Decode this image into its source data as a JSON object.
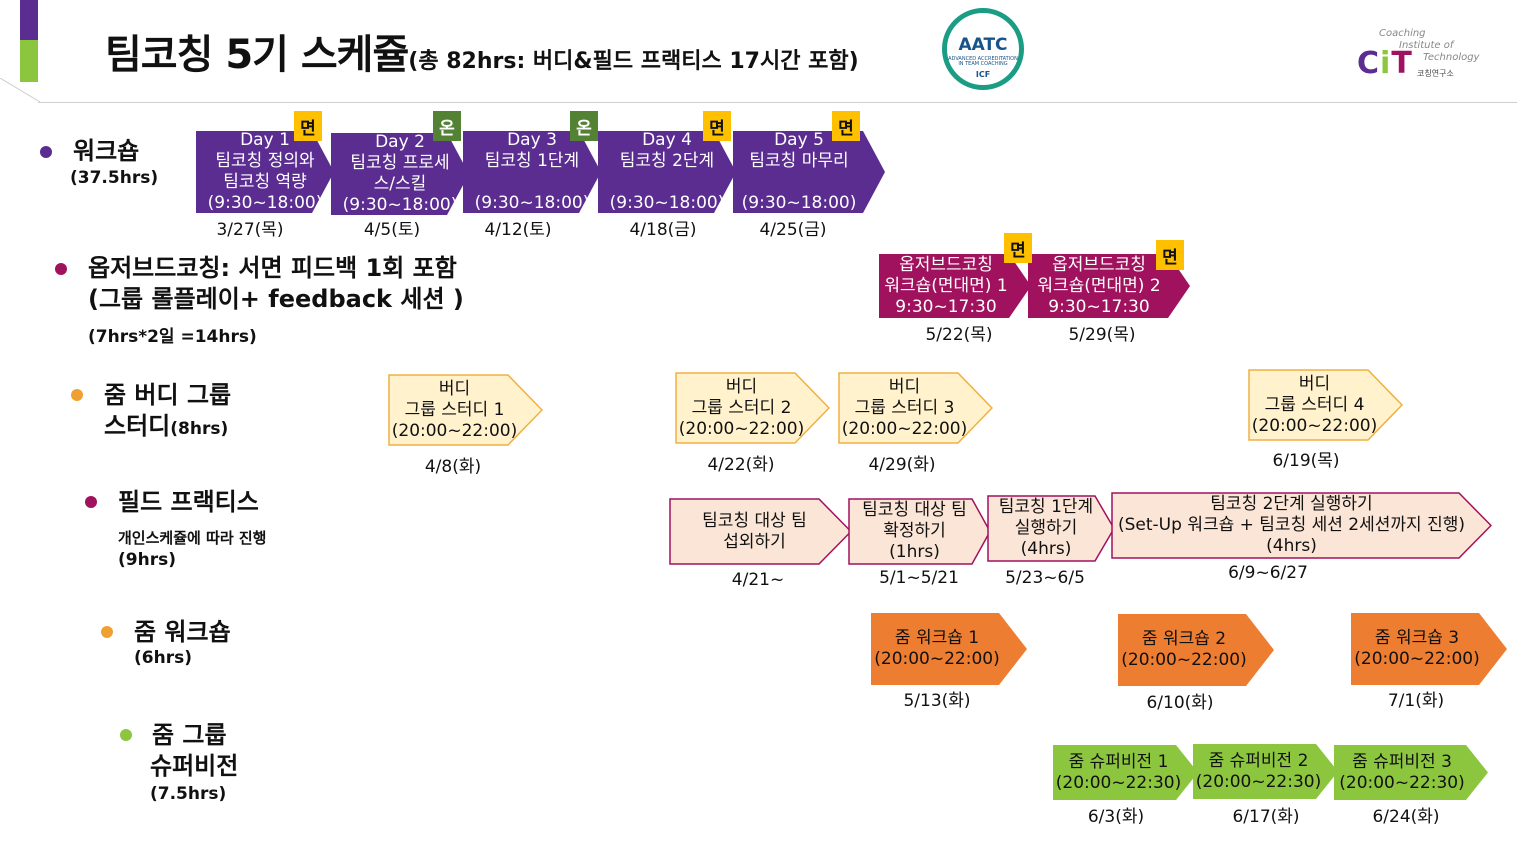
{
  "title": {
    "main": "팀코칭 5기 스케쥴",
    "note": "(총 82hrs: 버디&필드 프랙티스 17시간 포함)"
  },
  "logos": {
    "aatc": {
      "name": "AATC",
      "small": "ADVANCED ACCREDITATION IN TEAM COACHING",
      "icf": "ICF"
    },
    "cit": {
      "line1": "Coaching",
      "line2": "Institute of",
      "line3": "Technology",
      "mark": "CiT",
      "korean": "코칭연구소"
    }
  },
  "colors": {
    "purple": "#5b2d91",
    "magenta": "#a0115e",
    "orange_bullet": "#f0a030",
    "green": "#8cc63f",
    "orange": "#ed7d31",
    "peach": "#fff2cc",
    "pink": "#fbe5d6",
    "yellow_badge": "#ffc000",
    "green_badge": "#548235"
  },
  "categories": [
    {
      "label": "워크숍",
      "sub": "(37.5hrs)"
    },
    {
      "label1": "옵저브드코칭: 서면 피드백 1회 포함",
      "label2": "(그룹 롤플레이+ feedback 세션 )",
      "sub": "(7hrs*2일 =14hrs)"
    },
    {
      "label1": "줌 버디 그룹",
      "label2": "스터디",
      "sub": "(8hrs)"
    },
    {
      "label": "필드 프랙티스",
      "sub1": "개인스케쥴에 따라 진행",
      "sub2": "(9hrs)"
    },
    {
      "label": "줌 워크숍",
      "sub": "(6hrs)"
    },
    {
      "label1": "줌 그룹",
      "label2": "슈퍼비전",
      "sub": "(7.5hrs)"
    }
  ],
  "workshops": [
    {
      "l1": "Day 1",
      "l2": "팀코칭 정의와",
      "l3": "팀코칭 역량",
      "l4": "(9:30~18:00)",
      "date": "3/27(목)",
      "badge": "면"
    },
    {
      "l1": "Day 2",
      "l2": "팀코칭 프로세",
      "l3": "스/스킬",
      "l4": "(9:30~18:00)",
      "date": "4/5(토)",
      "badge": "온"
    },
    {
      "l1": "Day 3",
      "l2": "팀코칭 1단계",
      "l3": "",
      "l4": "(9:30~18:00)",
      "date": "4/12(토)",
      "badge": "온"
    },
    {
      "l1": "Day 4",
      "l2": "팀코칭 2단계",
      "l3": "",
      "l4": "(9:30~18:00)",
      "date": "4/18(금)",
      "badge": "면"
    },
    {
      "l1": "Day 5",
      "l2": "팀코칭 마무리",
      "l3": "",
      "l4": "(9:30~18:00)",
      "date": "4/25(금)",
      "badge": "면"
    }
  ],
  "observed": [
    {
      "l1": "옵저브드코칭",
      "l2": "워크숍(면대면) 1",
      "l3": "9:30~17:30",
      "date": "5/22(목)",
      "badge": "면"
    },
    {
      "l1": "옵저브드코칭",
      "l2": "워크숍(면대면) 2",
      "l3": "9:30~17:30",
      "date": "5/29(목)",
      "badge": "면"
    }
  ],
  "buddy": [
    {
      "l1": "버디",
      "l2": "그룹 스터디 1",
      "l3": "(20:00~22:00)",
      "date": "4/8(화)"
    },
    {
      "l1": "버디",
      "l2": "그룹 스터디 2",
      "l3": "(20:00~22:00)",
      "date": "4/22(화)"
    },
    {
      "l1": "버디",
      "l2": "그룹 스터디 3",
      "l3": "(20:00~22:00)",
      "date": "4/29(화)"
    },
    {
      "l1": "버디",
      "l2": "그룹 스터디 4",
      "l3": "(20:00~22:00)",
      "date": "6/19(목)"
    }
  ],
  "field": [
    {
      "l1": "팀코칭 대상 팀",
      "l2": "섭외하기",
      "l3": "",
      "date": "4/21~"
    },
    {
      "l1": "팀코칭 대상 팀",
      "l2": "확정하기",
      "l3": "(1hrs)",
      "date": "5/1~5/21"
    },
    {
      "l1": "팀코칭 1단계",
      "l2": "실행하기",
      "l3": "(4hrs)",
      "date": "5/23~6/5"
    },
    {
      "l1": "팀코칭 2단계 실행하기",
      "l2": "(Set-Up 워크숍 + 팀코칭 세션 2세션까지 진행)",
      "l3": "(4hrs)",
      "date": "6/9~6/27"
    }
  ],
  "zoom_workshops": [
    {
      "l1": "줌 워크숍 1",
      "l2": "(20:00~22:00)",
      "date": "5/13(화)"
    },
    {
      "l1": "줌 워크숍 2",
      "l2": "(20:00~22:00)",
      "date": "6/10(화)"
    },
    {
      "l1": "줌 워크숍 3",
      "l2": "(20:00~22:00)",
      "date": "7/1(화)"
    }
  ],
  "supervision": [
    {
      "l1": "줌 슈퍼비전 1",
      "l2": "(20:00~22:30)",
      "date": "6/3(화)"
    },
    {
      "l1": "줌 슈퍼비전 2",
      "l2": "(20:00~22:30)",
      "date": "6/17(화)"
    },
    {
      "l1": "줌 슈퍼비전 3",
      "l2": "(20:00~22:30)",
      "date": "6/24(화)"
    }
  ]
}
